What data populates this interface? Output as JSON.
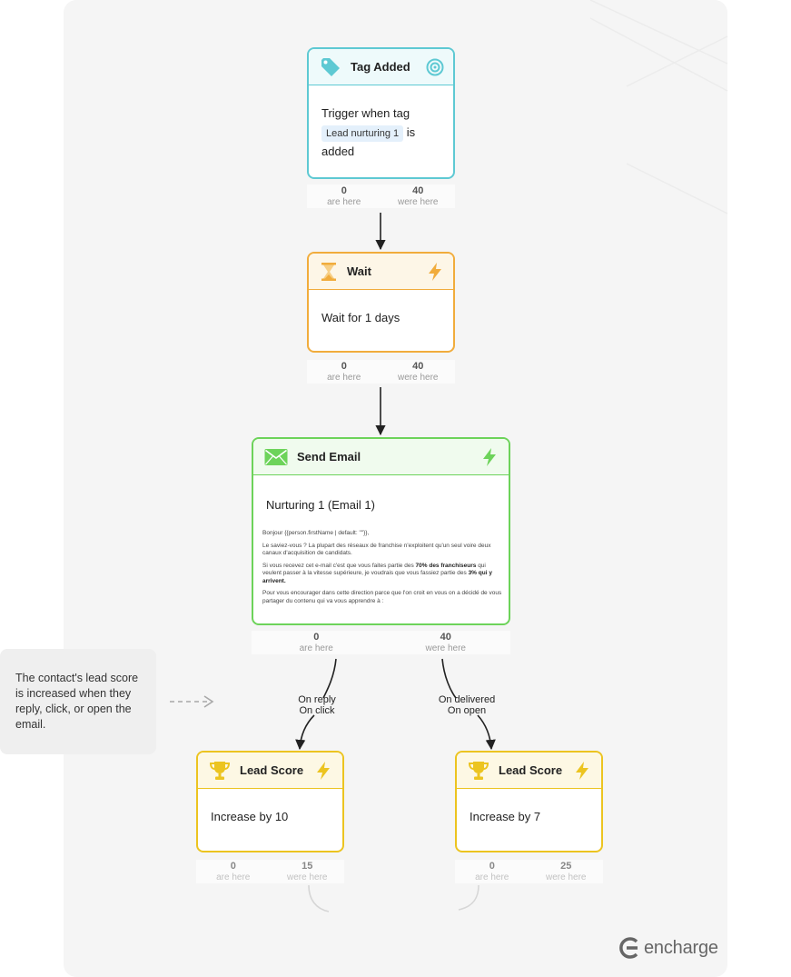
{
  "nodes": {
    "tag_added": {
      "title": "Tag Added",
      "body_prefix": "Trigger when tag",
      "tag": "Lead nurturing 1",
      "body_mid": "is",
      "body_suffix": "added",
      "stats": {
        "here": "0",
        "here_label": "are here",
        "were": "40",
        "were_label": "were here"
      }
    },
    "wait": {
      "title": "Wait",
      "body": "Wait for 1 days",
      "stats": {
        "here": "0",
        "here_label": "are here",
        "were": "40",
        "were_label": "were here"
      }
    },
    "send_email": {
      "title": "Send Email",
      "subject": "Nurturing 1 (Email 1)",
      "preview": {
        "p1": "Bonjour {{person.firstName | default: \"\"}},",
        "p2": "Le saviez-vous ? La plupart des réseaux de franchise n'exploitent qu'un seul voire deux canaux d'acquisition de candidats.",
        "p3a": "Si vous recevez cet e-mail c'est que vous faites partie des",
        "p3b": "70% des franchiseurs",
        "p3c": "qui veulent passer à la vitesse supérieure, je voudrais que vous fassiez partie des",
        "p3d": "3% qui y arrivent.",
        "p4": "Pour vous encourager dans cette direction parce que l'on croit en vous on a décidé de vous partager du contenu qui va vous apprendre à :"
      },
      "stats": {
        "here": "0",
        "here_label": "are here",
        "were": "40",
        "were_label": "were here"
      }
    },
    "lead_score_left": {
      "title": "Lead Score",
      "body": "Increase by 10",
      "stats": {
        "here": "0",
        "here_label": "are here",
        "were": "15",
        "were_label": "were here"
      }
    },
    "lead_score_right": {
      "title": "Lead Score",
      "body": "Increase by 7",
      "stats": {
        "here": "0",
        "here_label": "are here",
        "were": "25",
        "were_label": "were here"
      }
    }
  },
  "edges": {
    "left_label_1": "On reply",
    "left_label_2": "On click",
    "right_label_1": "On delivered",
    "right_label_2": "On open"
  },
  "note": "The contact's lead score is increased when they reply, click, or open the email.",
  "brand": {
    "name": "encharge"
  },
  "icons": {
    "tag_added": "tag-icon",
    "tag_added_action": "target-icon",
    "wait": "hourglass-icon",
    "send_email": "envelope-icon",
    "lead_score": "trophy-icon",
    "action": "lightning-icon"
  },
  "colors": {
    "trigger": "#5ec9d3",
    "wait": "#f1ac3c",
    "email": "#6dd35a",
    "lead_score": "#ecc420"
  }
}
